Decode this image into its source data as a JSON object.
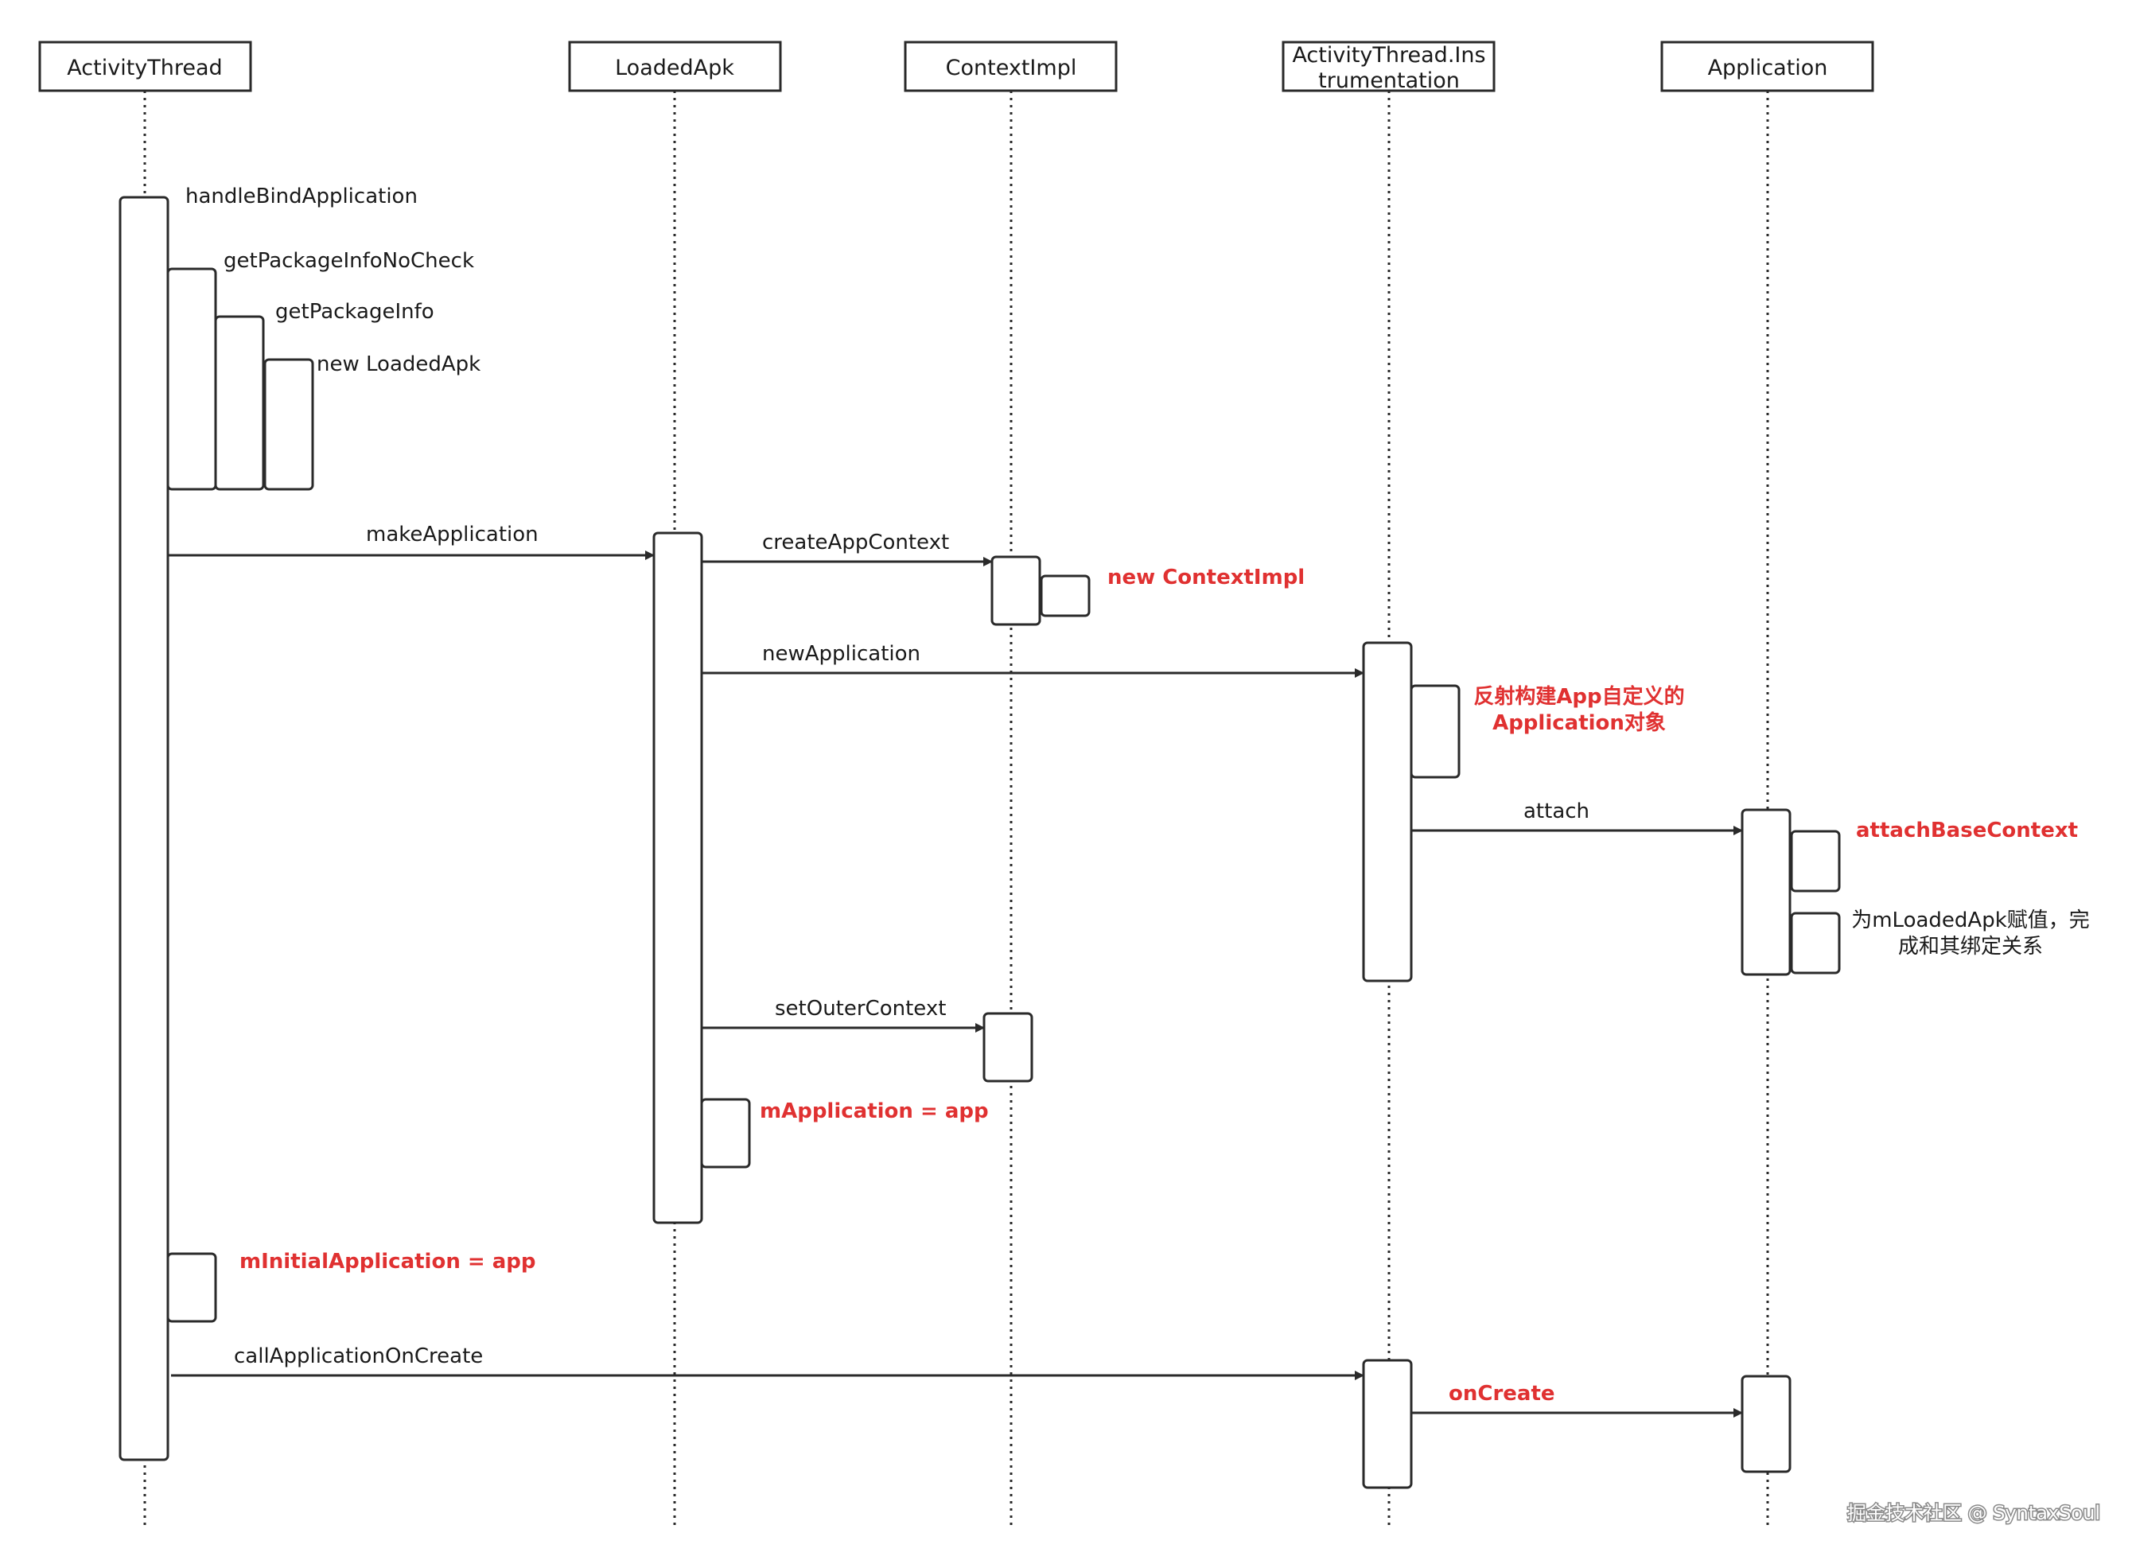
{
  "participants": {
    "activity_thread": "ActivityThread",
    "loaded_apk": "LoadedApk",
    "context_impl": "ContextImpl",
    "instrumentation": [
      "ActivityThread.Ins",
      "trumentation"
    ],
    "application": "Application"
  },
  "messages": {
    "handle_bind_application": "handleBindApplication",
    "get_package_info_no_check": "getPackageInfoNoCheck",
    "get_package_info": "getPackageInfo",
    "new_loaded_apk": "new LoadedApk",
    "make_application": "makeApplication",
    "create_app_context": "createAppContext",
    "new_context_impl": "new ContextImpl",
    "new_application": "newApplication",
    "reflect_build": [
      "反射构建App自定义的",
      "Application对象"
    ],
    "attach": "attach",
    "attach_base_context": "attachBaseContext",
    "assign_loaded_apk": [
      "为mLoadedApk赋值，完",
      "成和其绑定关系"
    ],
    "set_outer_context": "setOuterContext",
    "m_application_app": "mApplication = app",
    "m_initial_application_app": "mInitialApplication = app",
    "call_application_on_create": "callApplicationOnCreate",
    "on_create": "onCreate"
  },
  "watermark": "掘金技术社区 @ SyntaxSoul",
  "colors": {
    "highlight": "#e03131",
    "line": "#1a1a1a"
  }
}
